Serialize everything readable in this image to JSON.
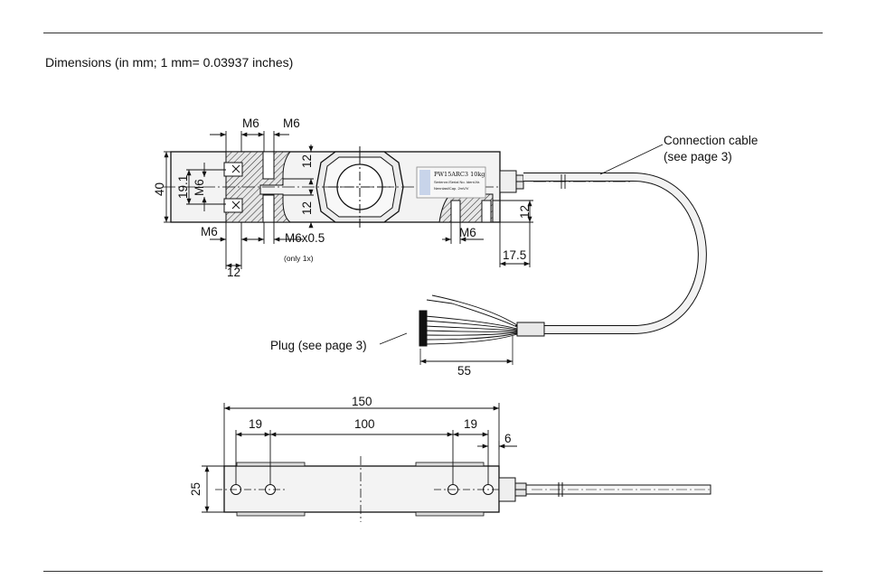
{
  "header": {
    "title": "Dimensions (in mm; 1 mm= 0.03937 inches)"
  },
  "top_view": {
    "thread_top_left": "M6",
    "thread_top_right": "M6",
    "dim_height": "40",
    "dim_spacing": "19.1",
    "thread_left_side": "M6",
    "thread_bottom_left": "M6",
    "dim_12_upper": "12",
    "dim_12_lower": "12",
    "thread_fine": "M6x0.5",
    "thread_fine_note": "(only 1x)",
    "dim_12_bottom": "12",
    "thread_bottom_right": "M6",
    "dim_12_right": "12",
    "dim_17_5": "17.5",
    "label_lines": [
      "PW15ARC3 10kg",
      "Seriennr./Serial No.  Ident-Nr.",
      "Nennlast/Cap.  2mV/V"
    ]
  },
  "cable": {
    "label_line1": "Connection cable",
    "label_line2": "(see page 3)",
    "plug_label": "Plug (see page 3)",
    "dim_55": "55"
  },
  "side_view": {
    "dim_150": "150",
    "dim_19_left": "19",
    "dim_100": "100",
    "dim_19_right": "19",
    "dim_6": "6",
    "dim_25": "25"
  }
}
